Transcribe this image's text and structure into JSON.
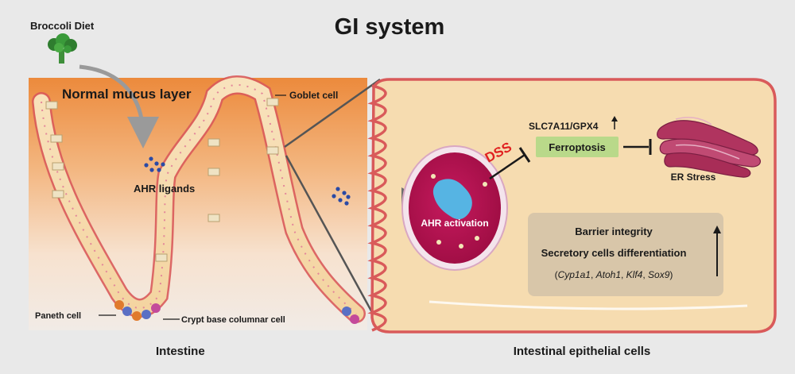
{
  "title": "GI system",
  "diet": {
    "label": "Broccoli Diet",
    "icon": "broccoli-icon"
  },
  "intestine": {
    "mucus_label": "Normal mucus layer",
    "goblet_label": "Goblet cell",
    "ligands_label": "AHR ligands",
    "paneth_label": "Paneth cell",
    "cbc_label": "Crypt base columnar cell",
    "caption": "Intestine"
  },
  "epithelial": {
    "caption": "Intestinal epithelial cells",
    "nucleus_label": "AHR activation",
    "dss_label": "DSS",
    "slc_label": "SLC7A11/GPX4",
    "ferroptosis_label": "Ferroptosis",
    "er_label": "ER Stress",
    "box": {
      "line1": "Barrier integrity",
      "line2": "Secretory cells differentiation",
      "line3_parts": [
        "(",
        "Cyp1a1",
        ", ",
        "Atoh1",
        ", ",
        "Klf4",
        ", ",
        "Sox9",
        ")"
      ]
    }
  },
  "colors": {
    "background": "#e9e9e9",
    "mucus_orange": "#ec8a3c",
    "cell_fill": "#f6dcb0",
    "cell_border": "#d95a5a",
    "nucleus": "#b5124f",
    "ferroptosis_box": "#b9d98a",
    "info_box": "#d8c6a9",
    "dss": "#e02020",
    "er": "#b0345f"
  }
}
